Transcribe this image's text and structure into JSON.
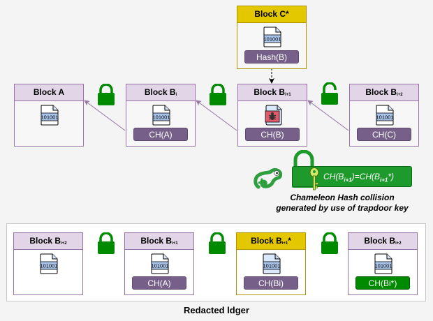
{
  "top_row": {
    "block_c": {
      "title": "Block C*",
      "hash": "Hash(B)",
      "icon": "binary-file-icon"
    },
    "blocks": [
      {
        "title": "Block A",
        "sub": "",
        "hash": "",
        "icon": "binary-file-icon",
        "lock": "locked"
      },
      {
        "title": "Block B",
        "sub": "i",
        "hash": "CH(A)",
        "icon": "binary-file-icon",
        "lock": "locked"
      },
      {
        "title": "Block B",
        "sub": "i+1",
        "hash": "CH(B)",
        "icon": "infected-file-icon",
        "lock": "unlocked"
      },
      {
        "title": "Block B",
        "sub": "i+2",
        "hash": "CH(C)",
        "icon": "binary-file-icon",
        "lock": ""
      }
    ]
  },
  "collision": {
    "formula_left": "CH(B",
    "formula_left_sub": "i+1",
    "formula_mid": ")=CH(B",
    "formula_right_sub": "i+1",
    "formula_right": "*)",
    "caption_line1": "Chameleon Hash collision",
    "caption_line2": "generated by use of trapdoor key"
  },
  "bottom_row": {
    "blocks": [
      {
        "title": "Block B",
        "sub": "i+2",
        "hash": "",
        "icon": "binary-file-icon"
      },
      {
        "title": "Block B",
        "sub": "i+1",
        "hash": "CH(A)",
        "icon": "binary-file-icon"
      },
      {
        "title": "Block B",
        "sub": "i+1",
        "suffix": "*",
        "hash": "CH(Bi)",
        "icon": "binary-file-icon"
      },
      {
        "title": "Block B",
        "sub": "i+2",
        "hash": "CH(Bi*)",
        "icon": "binary-file-icon"
      }
    ],
    "label": "Redacted ldger"
  },
  "colors": {
    "purple_border": "#9673a6",
    "purple_header": "#e1d5e7",
    "hash_purple": "#76608a",
    "gold_header": "#e3c800",
    "lock_green": "#008a00",
    "bug_red": "#e05a6a",
    "file_blue": "#a9c4eb"
  }
}
